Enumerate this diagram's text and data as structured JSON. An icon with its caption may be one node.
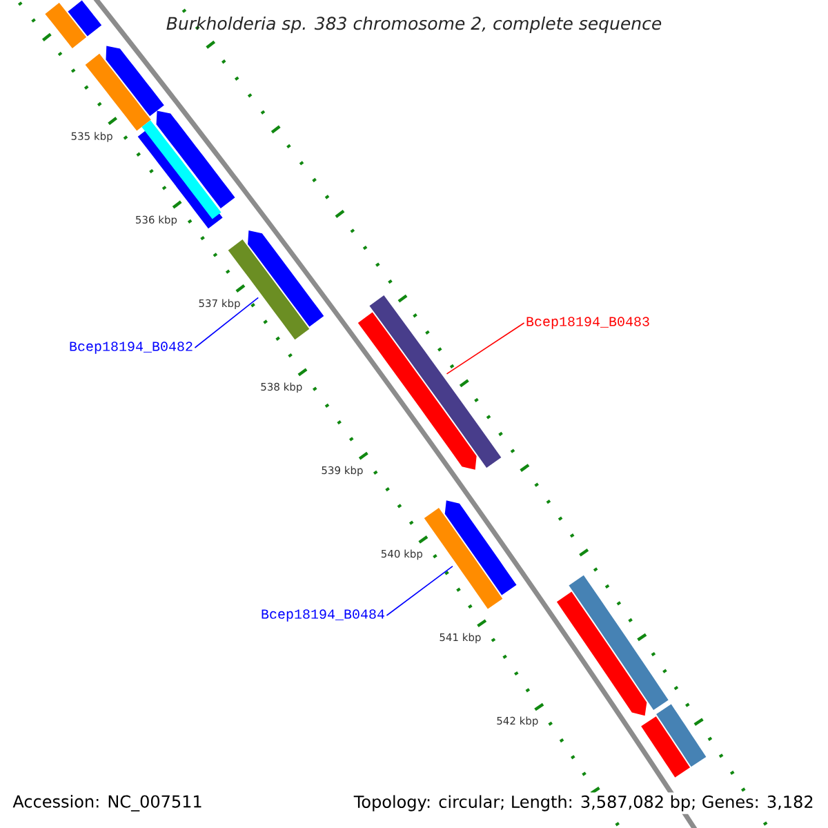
{
  "diagram": {
    "title": "Burkholderia sp. 383 chromosome 2, complete sequence",
    "nodes": [
      {
        "text": [
          "Bcep18194_B0482"
        ]
      },
      {
        "text": [],
        "shape": "bar"
      },
      {
        "text": [
          "Bcep18194_B0483"
        ]
      },
      {
        "text": [],
        "shape": "bar"
      },
      {
        "text": [
          "Bcep18194_B0484"
        ]
      },
      {
        "text": [],
        "shape": "bar"
      },
      {
        "text": [],
        "shape": "bar"
      },
      {
        "text": [],
        "shape": "bar"
      },
      {
        "text": [],
        "shape": "bar"
      },
      {
        "text": [],
        "shape": "bar"
      },
      {
        "text": [],
        "shape": "bar"
      },
      {
        "text": [],
        "shape": "bar"
      },
      {
        "text": [],
        "shape": "bar"
      },
      {
        "text": [],
        "shape": "bar"
      },
      {
        "text": [],
        "shape": "bar"
      },
      {
        "text": [],
        "shape": "bar"
      },
      {
        "text": [],
        "shape": "bar"
      },
      {
        "text": [],
        "shape": "bar"
      },
      {
        "text": [],
        "shape": "bar"
      },
      {
        "text": [],
        "shape": "bar"
      }
    ],
    "edges": [
      {
        "from": 0,
        "to": 1,
        "arrow": "none"
      },
      {
        "from": 2,
        "to": 3,
        "arrow": "none",
        "color": "#ff0000"
      },
      {
        "from": 4,
        "to": 5,
        "arrow": "none"
      }
    ],
    "labels": [
      "535 kbp",
      "536 kbp",
      "537 kbp",
      "538 kbp",
      "539 kbp",
      "540 kbp",
      "541 kbp",
      "542 kbp",
      "Accession: NC_007511",
      "Topology: circular; Length: 3,587,082 bp; Genes: 3,182"
    ]
  }
}
